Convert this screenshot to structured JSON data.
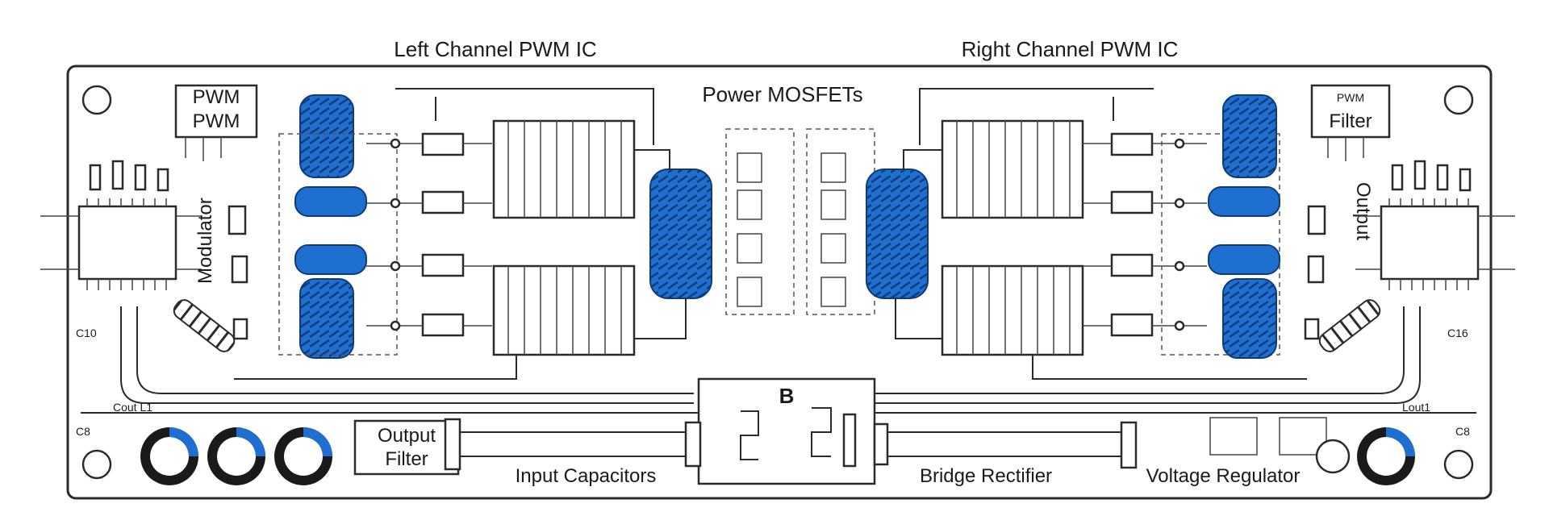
{
  "labels": {
    "left_pwm_ic": "Left Channel PWM IC",
    "right_pwm_ic": "Right Channel PWM IC",
    "power_mosfets": "Power MOSFETs",
    "input_capacitors": "Input Capacitors",
    "bridge_rectifier": "Bridge Rectifier",
    "voltage_regulator": "Voltage Regulator",
    "modulator": "Modulator",
    "output_vertical": "Output",
    "pwm_box_line1": "PWM",
    "pwm_box_line2": "PWM",
    "filter_box_line1": "PWM",
    "filter_box_line2": "Filter",
    "output_filter_line1": "Output",
    "output_filter_line2": "Filter",
    "bridge_glyph": "B",
    "small_left_c": "C8",
    "small_left_cout": "Cout L1",
    "small_right_c": "C8",
    "small_right_cout": "Lout1",
    "small_left_top": "C10",
    "small_right_top": "C16"
  },
  "colors": {
    "inductor": "#1f6fd1",
    "inductor_outline": "#0e3c7a",
    "line": "#2b2b2b"
  }
}
